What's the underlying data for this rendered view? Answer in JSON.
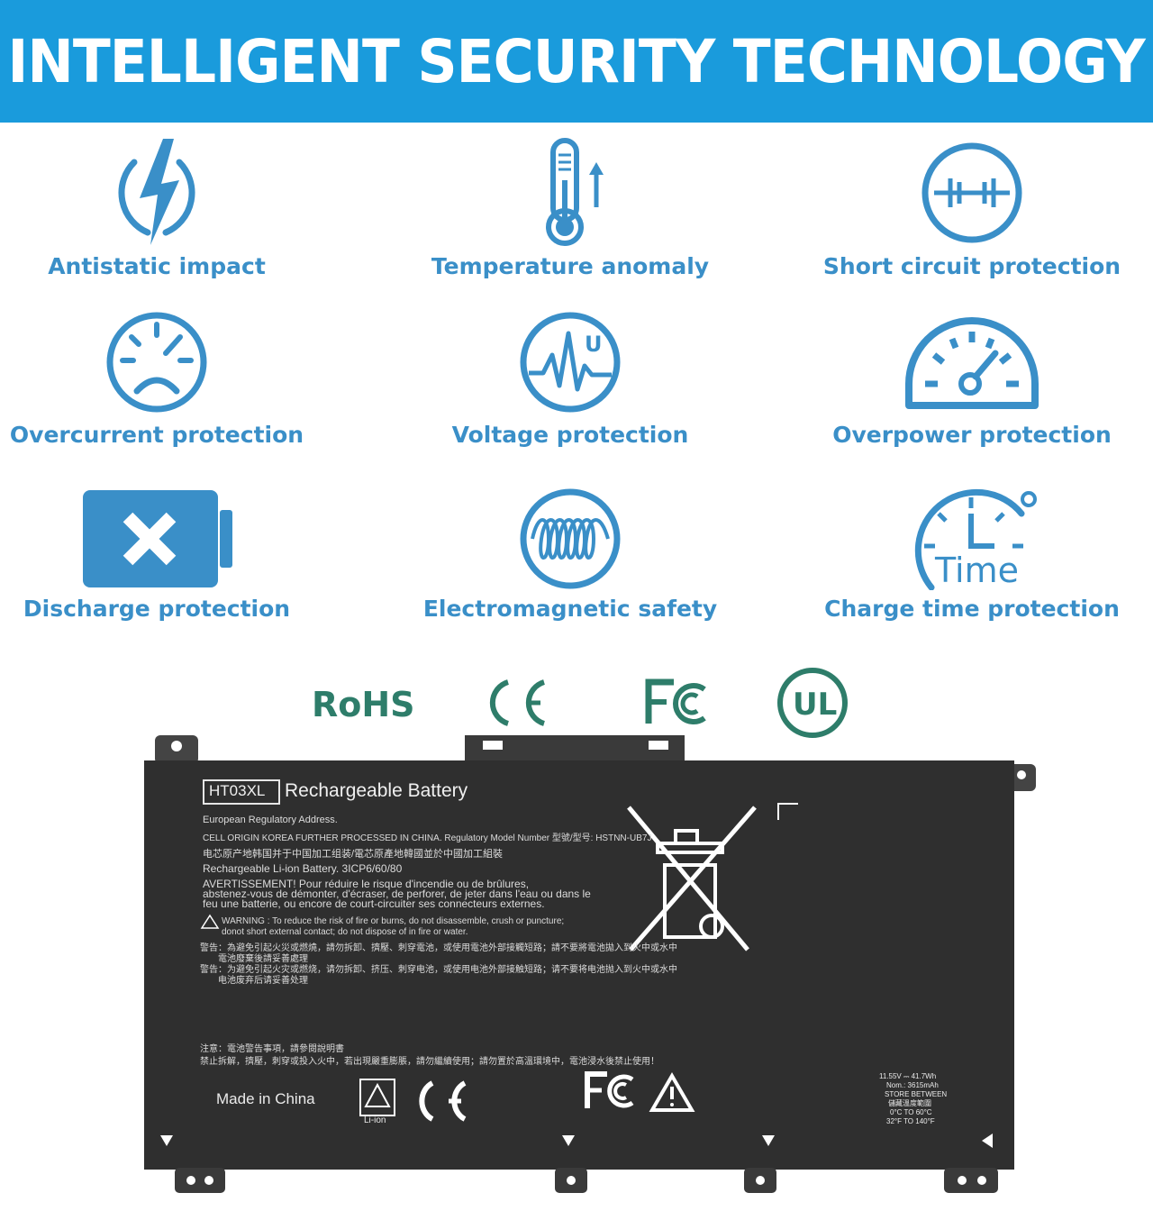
{
  "banner": {
    "title": "INTELLIGENT SECURITY TECHNOLOGY"
  },
  "colors": {
    "banner": "#1a9bdc",
    "icon": "#3a8fc8",
    "battery": "#2f2f2f"
  },
  "features": [
    {
      "label": "Antistatic impact",
      "icon": "lightning-icon"
    },
    {
      "label": "Temperature anomaly",
      "icon": "thermometer-icon"
    },
    {
      "label": "Short circuit protection",
      "icon": "circuit-icon"
    },
    {
      "label": "Overcurrent  protection",
      "icon": "sad-gauge-icon"
    },
    {
      "label": "Voltage  protection",
      "icon": "voltage-wave-icon"
    },
    {
      "label": "Overpower protection",
      "icon": "speedometer-icon"
    },
    {
      "label": "Discharge  protection",
      "icon": "battery-x-icon"
    },
    {
      "label": "Electromagnetic  safety",
      "icon": "coil-icon"
    },
    {
      "label": "Charge time protection",
      "icon": "clock-icon"
    }
  ],
  "icon_text": {
    "voltage": "U",
    "time": "Time"
  },
  "certifications": {
    "rohs": "RoHS",
    "ce": "CE",
    "fc": "FC",
    "ul": "UL"
  },
  "battery": {
    "model": "HT03XL",
    "title": "Rechargeable Battery",
    "regulatory": "European Regulatory Address.",
    "origin": "CELL ORIGIN KOREA FURTHER PROCESSED IN CHINA. Regulatory Model Number 型號/型号: HSTNN-UB7J",
    "chinese1": "电芯原产地韩国并于中国加工组装/電芯原產地韓國並於中國加工組裝",
    "li_ion": "Rechargeable Li-ion Battery.  3ICP6/60/80",
    "fr1": "AVERTISSEMENT! Pour réduire le risque d'incendie ou de brûlures,",
    "fr2": "abstenez-vous de démonter, d'écraser, de perforer, de jeter dans l'eau ou dans le",
    "fr3": "feu une batterie, ou encore de court-circuiter ses connecteurs externes.",
    "warn1": "WARNING : To reduce the risk of fire or burns, do not disassemble, crush or puncture;",
    "warn2": "donot short external contact; do not dispose of in fire or water.",
    "cn_warn1": "警告：為避免引起火災或燃燒，請勿拆卸、擠壓、刺穿電池，或使用電池外部接觸短路；請不要將電池拋入到火中或水中",
    "cn_warn1b": "電池廢棄後請妥善處理",
    "cn_warn2": "警告：为避免引起火灾或燃烧，请勿拆卸、挤压、刺穿电池，或使用电池外部接触短路；请不要将电池抛入到火中或水中",
    "cn_warn2b": "电池废弃后请妥善处理",
    "note1": "注意：電池警告事項，請參閱說明書",
    "note2": "禁止拆解，擠壓，刺穿或投入火中，若出現嚴重膨脹，請勿繼續使用；請勿置於高溫環境中，電池浸水後禁止使用！",
    "made_in": "Made in China",
    "li_ion_mark": "Li-ion",
    "spec1": "11.55V ⎓ 41.7Wh",
    "spec2": "Nom.: 3615mAh",
    "spec3": "STORE BETWEEN",
    "spec4": "儲藏溫度範圍",
    "spec5": "0°C TO 60°C",
    "spec6": "32°F TO 140°F"
  }
}
